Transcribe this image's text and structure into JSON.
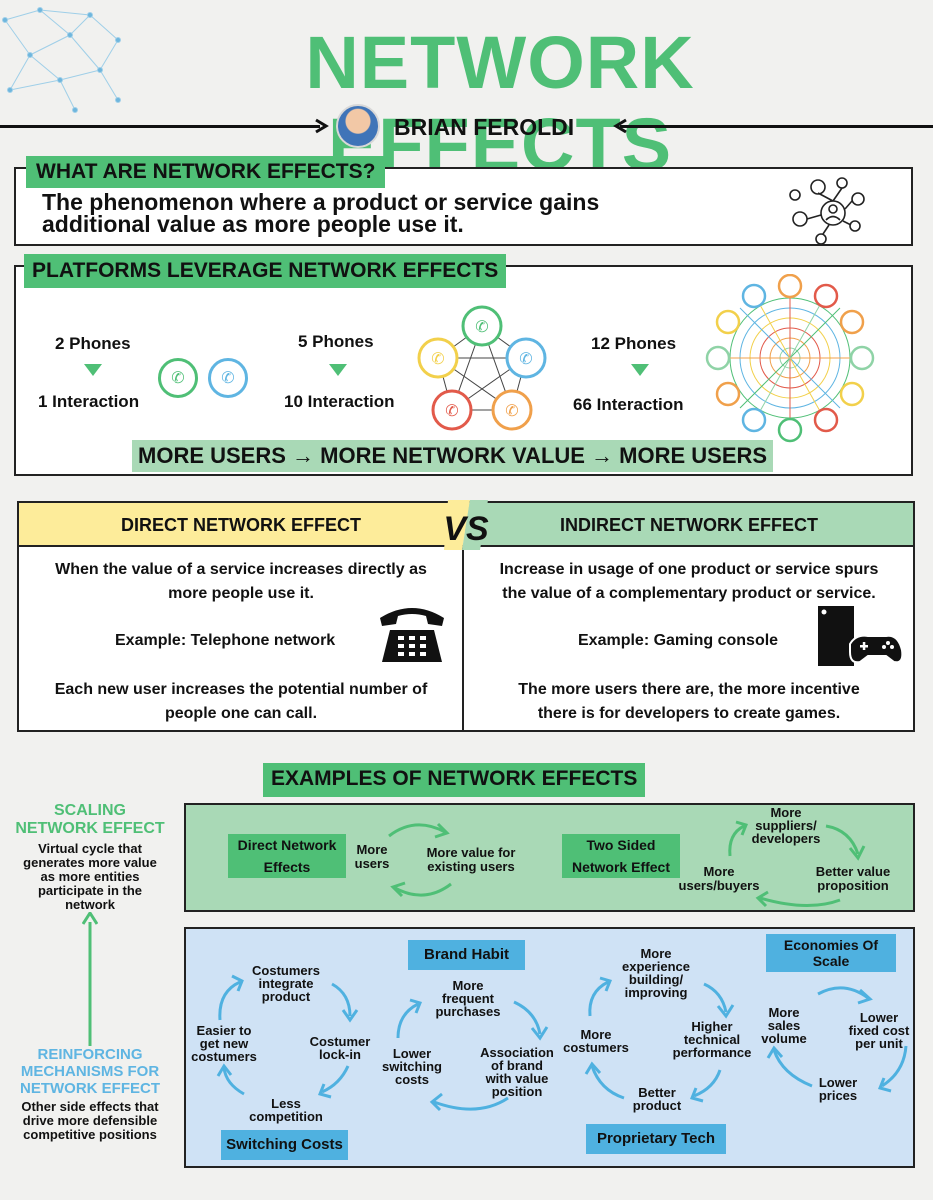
{
  "header": {
    "title": "NETWORK EFFECTS",
    "author": "BRIAN FEROLDI"
  },
  "definition": {
    "label": "WHAT ARE NETWORK EFFECTS?",
    "text_line1": "The phenomenon where a product or service gains",
    "text_line2": "additional value as more people use it."
  },
  "platforms": {
    "label": "PLATFORMS LEVERAGE NETWORK EFFECTS",
    "groups": [
      {
        "phones": "2 Phones",
        "interactions": "1 Interaction"
      },
      {
        "phones": "5 Phones",
        "interactions": "10 Interaction"
      },
      {
        "phones": "12 Phones",
        "interactions": "66 Interaction"
      }
    ],
    "cycle_text": "MORE USERS → MORE NETWORK VALUE → MORE USERS",
    "phone_colors": [
      "#4fbf76",
      "#5fb5e2",
      "#f2d04b",
      "#e25a4a",
      "#f0a04b"
    ]
  },
  "comparison": {
    "vs": "VS",
    "direct": {
      "header": "DIRECT NETWORK EFFECT",
      "line1": "When the value of a service increases directly as",
      "line2": "more people use it.",
      "example": "Example: Telephone network",
      "note1": "Each new user increases the potential number of",
      "note2": "people one can call."
    },
    "indirect": {
      "header": "INDIRECT NETWORK EFFECT",
      "line1": "Increase in usage of one product or service spurs",
      "line2": "the value of a complementary product or service.",
      "example": "Example: Gaming console",
      "note1": "The more users there are, the more incentive",
      "note2": "there is for developers to create games."
    }
  },
  "examples": {
    "label": "EXAMPLES OF NETWORK EFFECTS",
    "scaling": {
      "title1": "SCALING",
      "title2": "NETWORK EFFECT",
      "desc": [
        "Virtual cycle that",
        "generates more value",
        "as more entities",
        "participate in the",
        "network"
      ]
    },
    "reinforcing": {
      "title1": "REINFORCING",
      "title2": "MECHANISMS FOR",
      "title3": "NETWORK EFFECT",
      "desc": [
        "Other side effects that",
        "drive more defensible",
        "competitive positions"
      ]
    },
    "direct": {
      "tag1": "Direct Network",
      "tag2": "Effects",
      "a": [
        "More",
        "users"
      ],
      "b": [
        "More value for",
        "existing users"
      ]
    },
    "two_sided": {
      "tag1": "Two Sided",
      "tag2": "Network Effect",
      "top": [
        "More",
        "suppliers/",
        "developers"
      ],
      "left": [
        "More",
        "users/buyers"
      ],
      "right": [
        "Better value",
        "proposition"
      ]
    },
    "switching": {
      "tag": "Switching Costs",
      "top": [
        "Costumers",
        "integrate",
        "product"
      ],
      "left": [
        "Easier to",
        "get new",
        "costumers"
      ],
      "right": [
        "Costumer",
        "lock-in"
      ],
      "bottom": [
        "Less",
        "competition"
      ]
    },
    "brand": {
      "tag": "Brand Habit",
      "top": [
        "More",
        "frequent",
        "purchases"
      ],
      "left": [
        "Lower",
        "switching",
        "costs"
      ],
      "right": [
        "Association",
        "of brand",
        "with value",
        "position"
      ]
    },
    "tech": {
      "tag": "Proprietary Tech",
      "top": [
        "More",
        "experience",
        "building/",
        "improving"
      ],
      "left": [
        "More",
        "costumers"
      ],
      "right": [
        "Higher",
        "technical",
        "performance"
      ],
      "bottom": [
        "Better",
        "product"
      ]
    },
    "scale": {
      "tag1": "Economies Of",
      "tag2": "Scale",
      "left": [
        "More",
        "sales",
        "volume"
      ],
      "right": [
        "Lower",
        "fixed cost",
        "per unit"
      ],
      "bottom": [
        "Lower",
        "prices"
      ]
    }
  }
}
